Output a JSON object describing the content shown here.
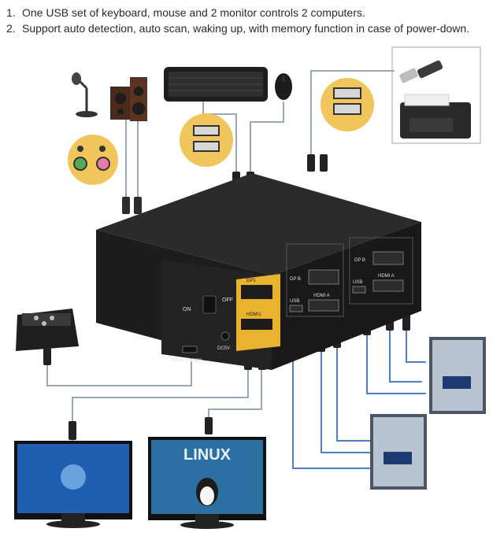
{
  "features": [
    {
      "num": "1.",
      "text": "One USB set of keyboard, mouse and 2 monitor controls 2 computers."
    },
    {
      "num": "2.",
      "text": "Support auto detection, auto scan, waking up,  with memory function in case of power-down."
    }
  ],
  "device": {
    "switch_on": "ON",
    "switch_off": "OFF",
    "dc_label": "DC5V",
    "wired_remote": "Wired Remote"
  },
  "port_labels": {
    "dp1": "DP1",
    "hdmi1": "HDMI1",
    "dp_b": "DP B",
    "hdmi_a": "HDMI A",
    "usb": "USB",
    "dp_b2": "DP B",
    "hdmi_a2": "HDMI A",
    "usb2": "USB"
  },
  "monitor2_text": "LINUX",
  "colors": {
    "device": "#1d1d1d",
    "panel_gold": "#e9b330",
    "cable_blue": "#4a7ec9"
  }
}
